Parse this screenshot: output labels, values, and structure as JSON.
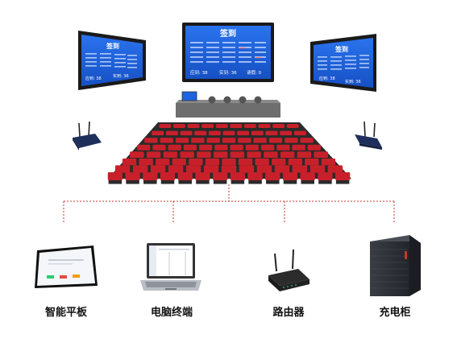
{
  "screens": {
    "title": "签到",
    "stat_a": "应到: 38",
    "stat_b": "实到: 36",
    "stat_c": "请假: 0",
    "side_left_a": "应到: 38",
    "side_left_b": "实到: 36",
    "side_right_a": "应到: 38",
    "side_right_b": "实到: 36"
  },
  "devices": {
    "tablet": "智能平板",
    "laptop": "电脑终端",
    "router": "路由器",
    "cabinet": "充电柜"
  },
  "colors": {
    "screen_blue": "#1e63e0",
    "bezel": "#1a1a1a",
    "seat_red": "#c8202a",
    "seat_dark": "#2a2a2a",
    "connector": "#c0392b"
  }
}
